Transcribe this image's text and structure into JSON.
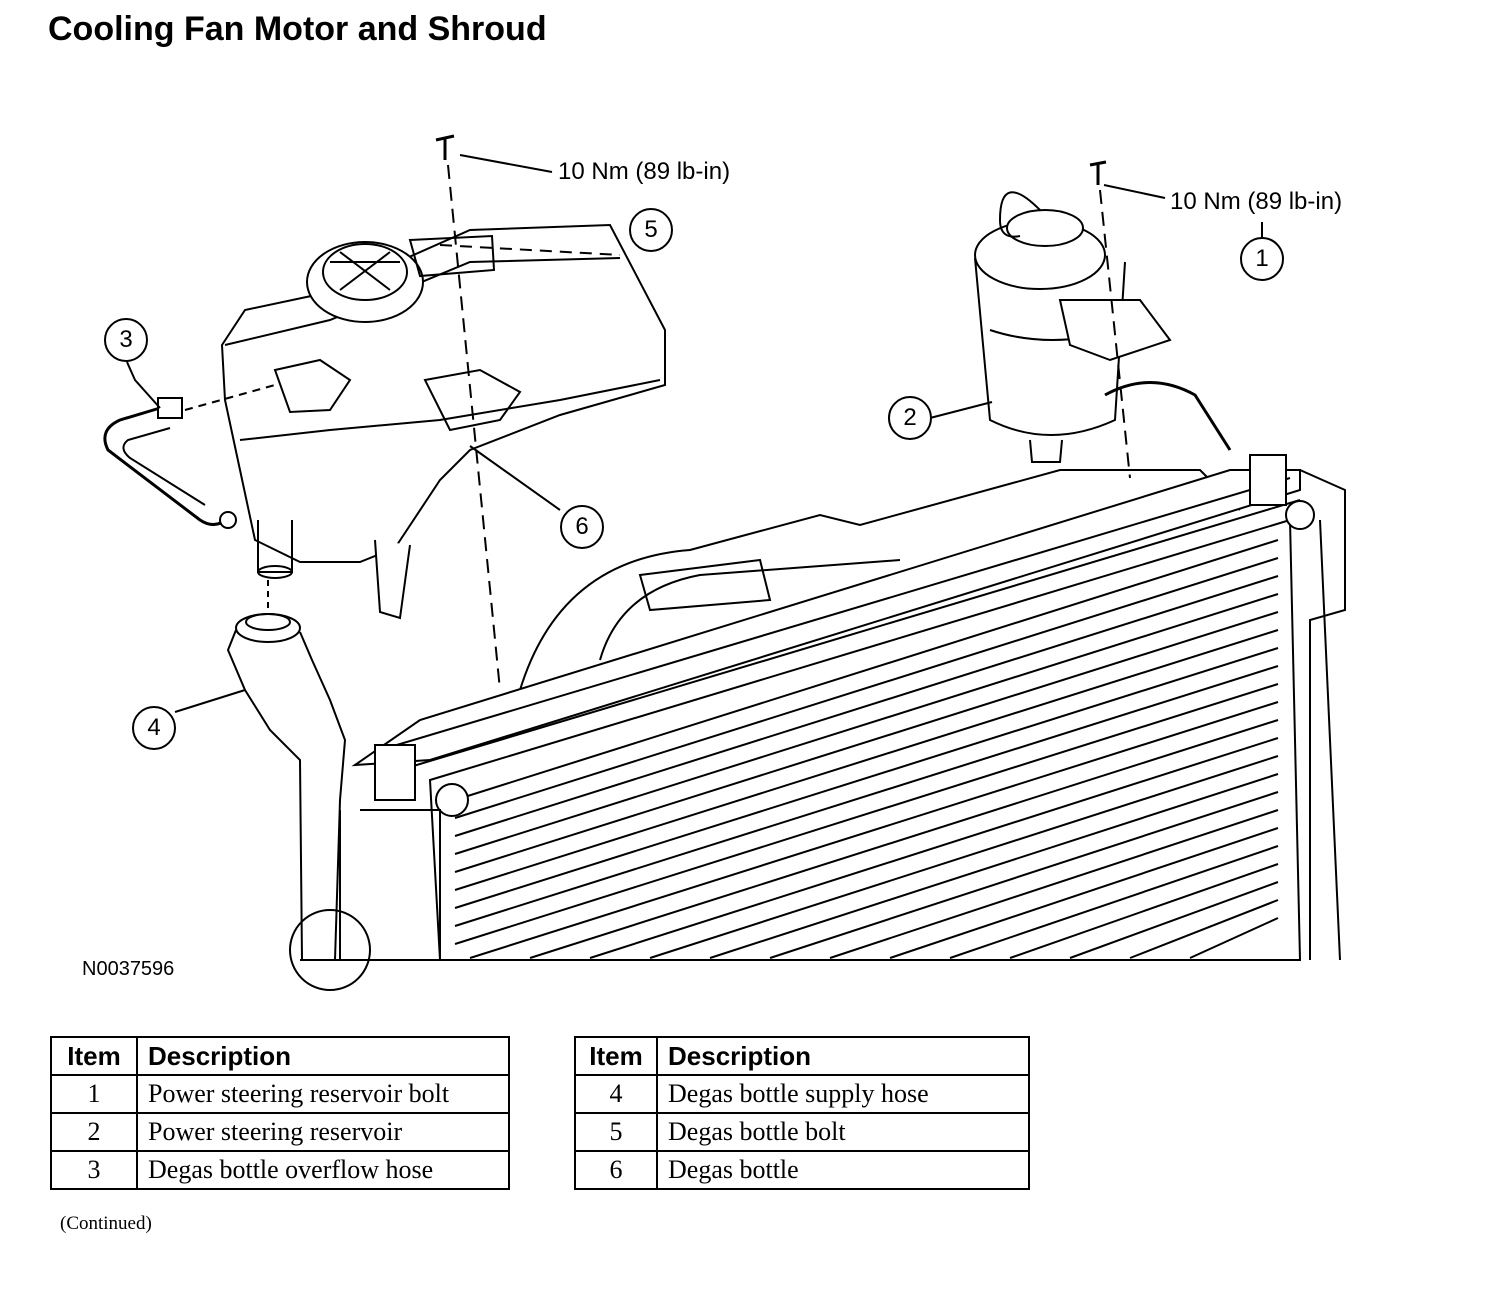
{
  "title": "Cooling Fan Motor and Shroud",
  "figure_id": "N0037596",
  "torque_labels": {
    "left": "10 Nm (89 lb-in)",
    "right": "10 Nm (89 lb-in)"
  },
  "callouts": [
    "1",
    "2",
    "3",
    "4",
    "5",
    "6"
  ],
  "tables": {
    "header_item": "Item",
    "header_description": "Description",
    "left": [
      {
        "item": "1",
        "description": "Power steering reservoir bolt"
      },
      {
        "item": "2",
        "description": "Power steering reservoir"
      },
      {
        "item": "3",
        "description": "Degas bottle overflow hose"
      }
    ],
    "right": [
      {
        "item": "4",
        "description": "Degas bottle supply hose"
      },
      {
        "item": "5",
        "description": "Degas bottle bolt"
      },
      {
        "item": "6",
        "description": "Degas bottle"
      }
    ]
  },
  "footer_note": "(Continued)"
}
